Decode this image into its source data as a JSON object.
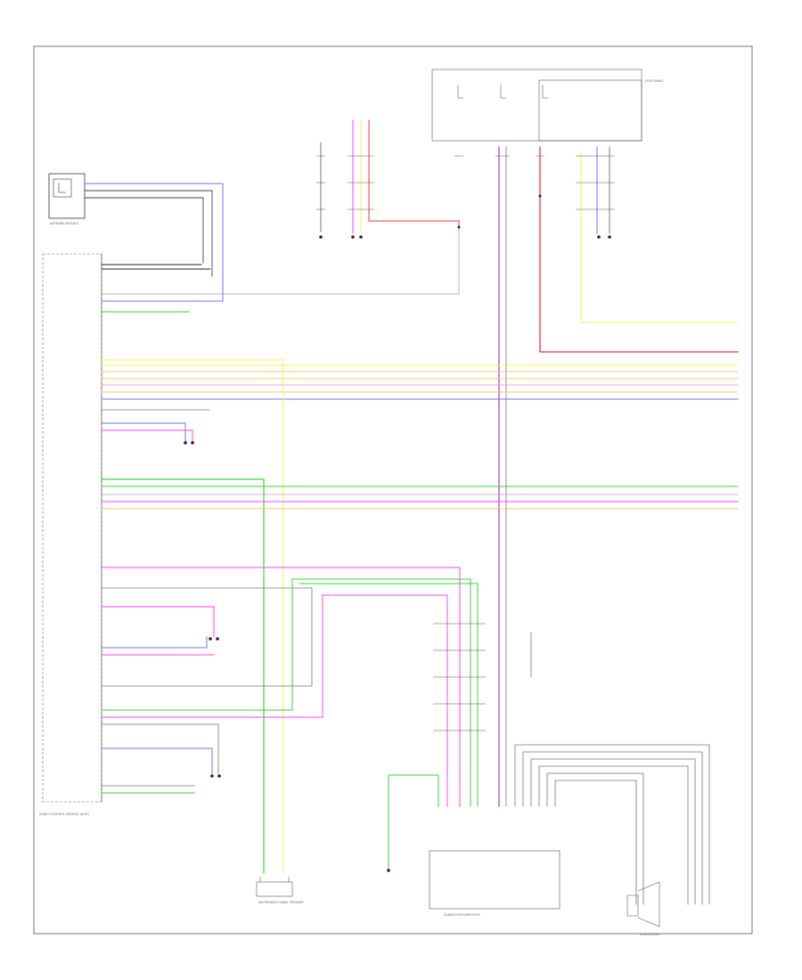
{
  "diagram": {
    "footer_code": "",
    "components": {
      "antenna_module": "ANTENNA MODULE",
      "audio_control_module": "AUDIO CONTROL MODULE (ACM)",
      "subwoofer_amplifier": "SUBWOOFER AMPLIFIER",
      "subwoofer": "SUBWOOFER",
      "instrument_panel_speaker": "INSTRUMENT PANEL SPEAKER",
      "fuse_panel": "FUSE PANEL"
    },
    "wire_colors": {
      "red": "#ff3030",
      "yellow": "#f5f05a",
      "orange": "#f7c870",
      "blue": "#6f6fff",
      "green": "#3cd23c",
      "magenta": "#ff40ff",
      "purple": "#9a40c8",
      "pink": "#ff9acc",
      "gray": "#7a7a7a",
      "black": "#1a1a1a"
    }
  }
}
